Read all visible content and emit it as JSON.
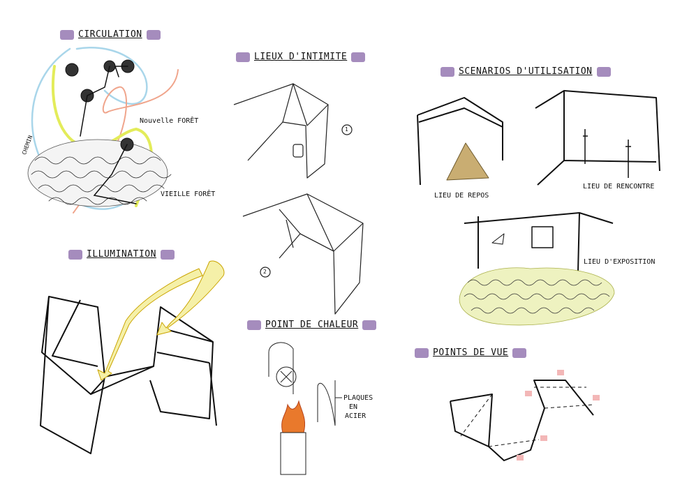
{
  "sections": {
    "circulation": "CIRCULATION",
    "illumination": "ILLUMINATION",
    "intimite": "LIEUX D'INTIMITE",
    "chaleur": "POINT DE CHALEUR",
    "scenarios": "SCENARIOS D'UTILISATION",
    "vue": "POINTS DE VUE"
  },
  "labels": {
    "nouvelle_foret": "Nouvelle FORÊT",
    "chemin": "CHEMIN",
    "vieille_foret": "VIEILLE FORÊT",
    "num1": "1",
    "num2": "2",
    "plaques": "PLAQUES",
    "en": "EN",
    "acier": "ACIER",
    "repos": "LIEU DE REPOS",
    "rencontre": "LIEU DE RENCONTRE",
    "exposition": "LIEU D'EXPOSITION"
  },
  "colors": {
    "marker": "#9b7fb6",
    "yellow": "#e3ec5a",
    "blue": "#a9d6ea",
    "orange": "#f0a58c",
    "tent": "#c9ad72",
    "fire": "#e9792c"
  }
}
